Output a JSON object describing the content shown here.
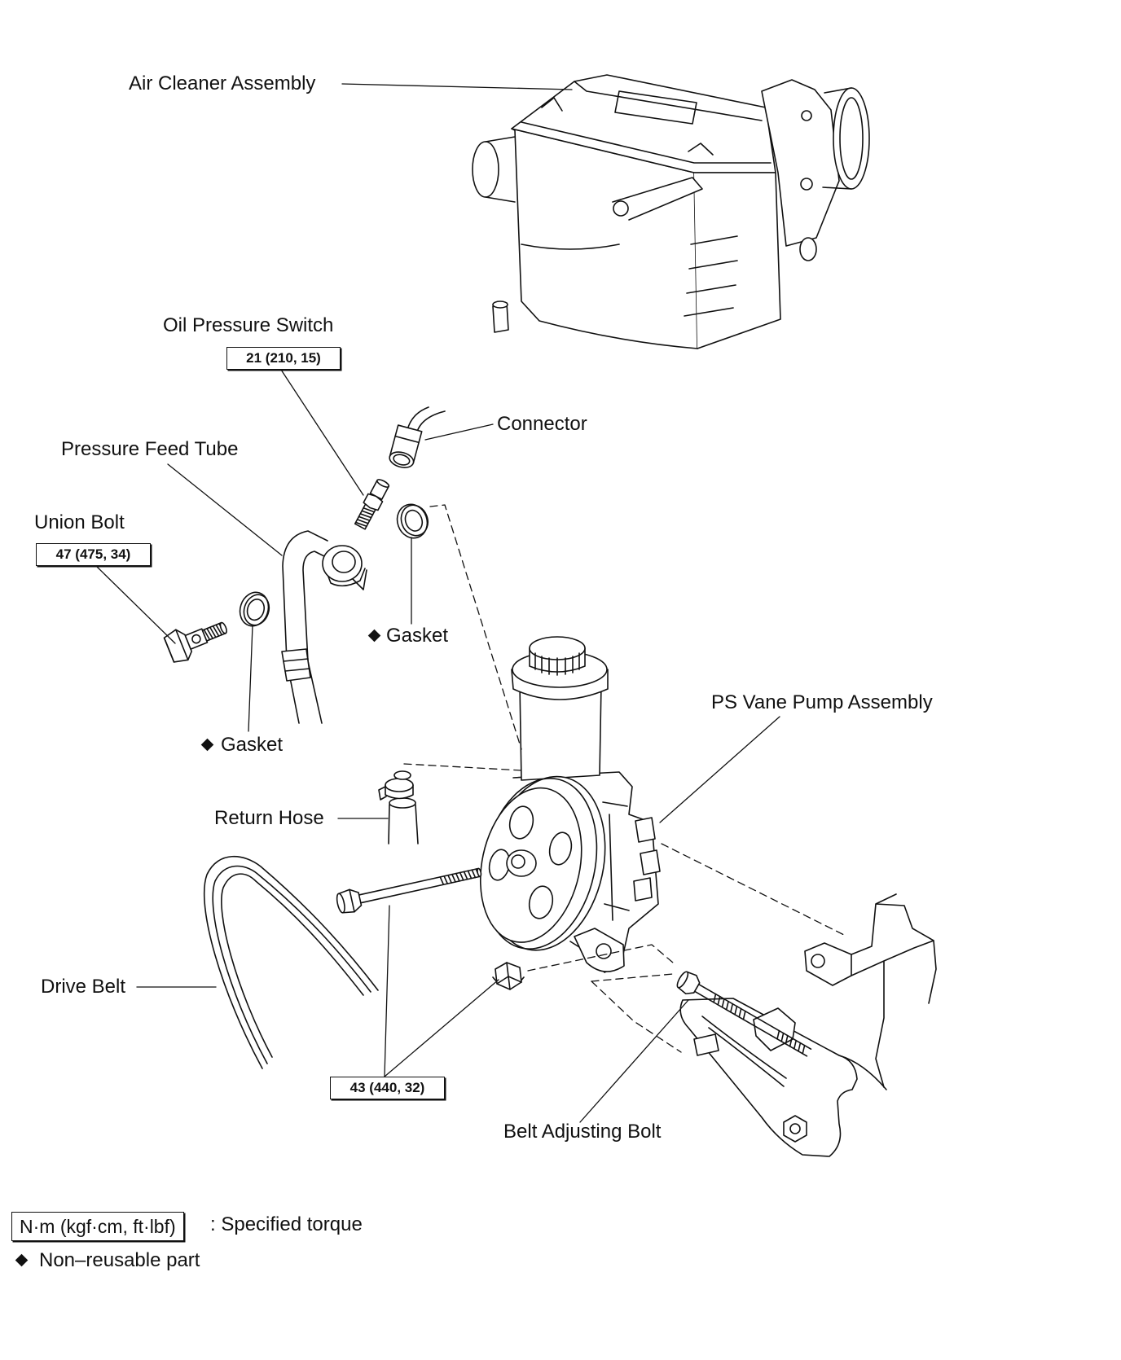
{
  "labels": {
    "air_cleaner": "Air Cleaner Assembly",
    "oil_pressure_switch": "Oil Pressure Switch",
    "connector": "Connector",
    "pressure_feed_tube": "Pressure Feed Tube",
    "union_bolt": "Union Bolt",
    "gasket_upper": "Gasket",
    "gasket_lower": "Gasket",
    "ps_vane_pump": "PS Vane Pump Assembly",
    "return_hose": "Return Hose",
    "drive_belt": "Drive Belt",
    "belt_adjusting_bolt": "Belt Adjusting Bolt"
  },
  "torque": {
    "oil_pressure_switch": "21 (210, 15)",
    "union_bolt": "47 (475, 34)",
    "pump_bolts": "43 (440, 32)"
  },
  "legend": {
    "torque_units": "N·m (kgf·cm, ft·lbf)",
    "torque_desc": ": Specified torque",
    "non_reusable": "Non–reusable part"
  },
  "icons": {
    "non_reusable_marker": "diamond-icon"
  },
  "colors": {
    "ink": "#111111",
    "background": "#ffffff"
  }
}
